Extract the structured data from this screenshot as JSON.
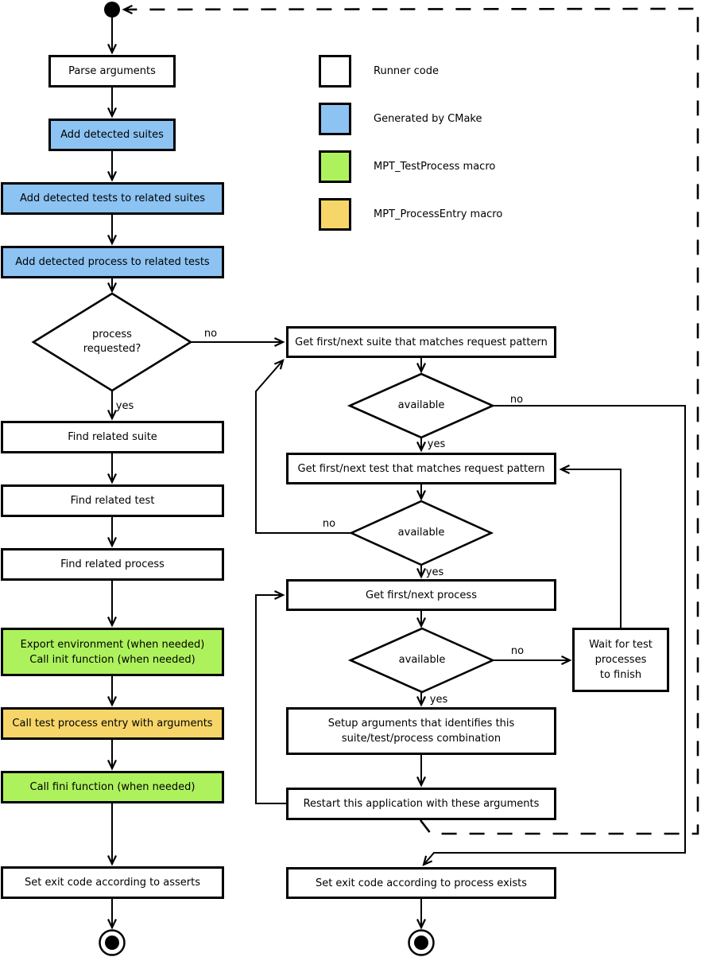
{
  "labels": {
    "yes": "yes",
    "no": "no"
  },
  "colors": {
    "runner": "#ffffff",
    "cmake": "#8CC3F3",
    "test_process": "#ADF25C",
    "process_entry": "#F7D669",
    "connector": "#000000"
  },
  "nodes": {
    "parse_arguments": {
      "label": "Parse arguments"
    },
    "add_detected_suites": {
      "label": "Add detected suites"
    },
    "add_detected_tests": {
      "label": "Add detected tests to related suites"
    },
    "add_detected_process": {
      "label": "Add detected process to related tests"
    },
    "process_requested": {
      "label": "process\nrequested?"
    },
    "find_related_suite": {
      "label": "Find related suite"
    },
    "find_related_test": {
      "label": "Find related test"
    },
    "find_related_process": {
      "label": "Find related process"
    },
    "export_environment": {
      "label": "Export environment (when needed)\nCall init function (when needed)"
    },
    "call_test_process_entry": {
      "label": "Call test process entry with arguments"
    },
    "call_fini": {
      "label": "Call fini function (when needed)"
    },
    "set_exit_asserts": {
      "label": "Set exit code according to asserts"
    },
    "get_suite": {
      "label": "Get first/next suite that matches request pattern"
    },
    "suite_available": {
      "label": "available"
    },
    "get_test": {
      "label": "Get first/next test that matches request pattern"
    },
    "test_available": {
      "label": "available"
    },
    "get_process": {
      "label": "Get first/next process"
    },
    "process_available": {
      "label": "available"
    },
    "setup_arguments": {
      "label": "Setup arguments that identifies this\nsuite/test/process combination"
    },
    "restart_application": {
      "label": "Restart this application with these arguments"
    },
    "set_exit_process": {
      "label": "Set exit code according to process exists"
    },
    "wait_for_test": {
      "label": "Wait for test\nprocesses\nto finish"
    }
  },
  "legend": {
    "items": [
      {
        "label": "Runner code",
        "color": "#ffffff"
      },
      {
        "label": "Generated by CMake",
        "color": "#8CC3F3"
      },
      {
        "label": "MPT_TestProcess macro",
        "color": "#ADF25C"
      },
      {
        "label": "MPT_ProcessEntry macro",
        "color": "#F7D669"
      }
    ]
  }
}
